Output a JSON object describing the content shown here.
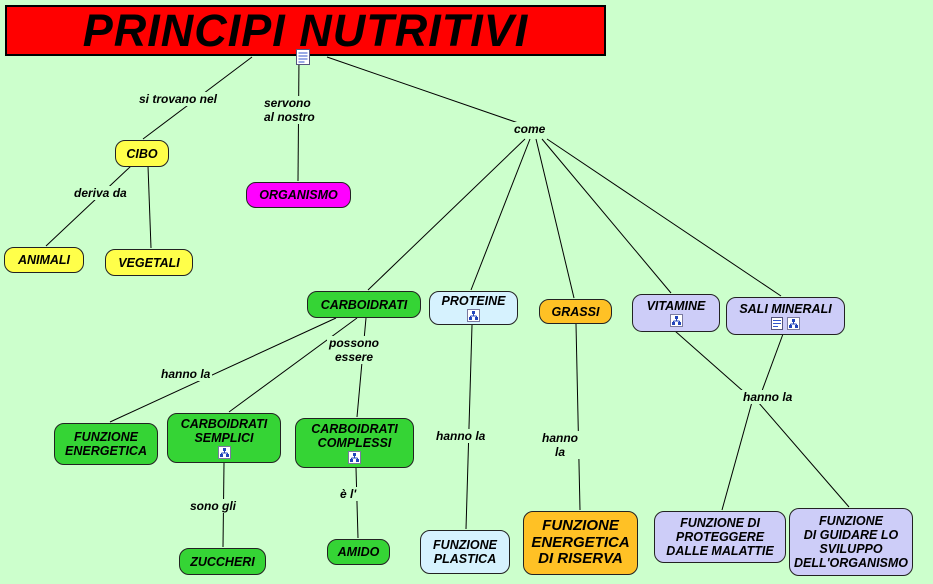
{
  "canvas": {
    "background": "#CCFFCC"
  },
  "title": {
    "label": "PRINCIPI NUTRITIVI",
    "bg": "#FF0000"
  },
  "nodes": {
    "cibo": {
      "label": "CIBO",
      "color": "#FFFF4A"
    },
    "organismo": {
      "label": "ORGANISMO",
      "color": "#FF00FF"
    },
    "animali": {
      "label": "ANIMALI",
      "color": "#FFFF4A"
    },
    "vegetali": {
      "label": "VEGETALI",
      "color": "#FFFF4A"
    },
    "carboidrati": {
      "label": "CARBOIDRATI",
      "color": "#35D435"
    },
    "proteine": {
      "label": "PROTEINE",
      "color": "#D6F2FE"
    },
    "grassi": {
      "label": "GRASSI",
      "color": "#FFC125"
    },
    "vitamine": {
      "label": "VITAMINE",
      "color": "#CDCDF8"
    },
    "sali_minerali": {
      "label": "SALI MINERALI",
      "color": "#CDCDF8"
    },
    "funzione_energetica": {
      "label": "FUNZIONE\nENERGETICA",
      "color": "#35D435"
    },
    "carboidrati_semplici": {
      "label": "CARBOIDRATI\nSEMPLICI",
      "color": "#35D435"
    },
    "carboidrati_complessi": {
      "label": "CARBOIDRATI\nCOMPLESSI",
      "color": "#35D435"
    },
    "zuccheri": {
      "label": "ZUCCHERI",
      "color": "#35D435"
    },
    "amido": {
      "label": "AMIDO",
      "color": "#35D435"
    },
    "funzione_plastica": {
      "label": "FUNZIONE\nPLASTICA",
      "color": "#D6F2FE"
    },
    "funzione_energetica_riserva": {
      "label": "FUNZIONE\nENERGETICA\nDI RISERVA",
      "color": "#FFC125"
    },
    "funzione_proteggere": {
      "label": "FUNZIONE DI\nPROTEGGERE\nDALLE MALATTIE",
      "color": "#CDCDF8"
    },
    "funzione_guidare": {
      "label": "FUNZIONE\nDI GUIDARE LO\nSVILUPPO\nDELL'ORGANISMO",
      "color": "#CDCDF8"
    }
  },
  "links": {
    "si_trovano_nel": "si trovano nel",
    "servono_al_nostro": "servono\nal nostro",
    "come": "come",
    "deriva_da": "deriva da",
    "hanno_la_carboidrati": "hanno la",
    "possono_essere": "possono\nessere",
    "sono_gli": "sono gli",
    "e_l": "è l'",
    "hanno_la_proteine": "hanno la",
    "hanno_la_grassi": "hanno\nla",
    "hanno_la_vitamine_sali": "hanno la"
  },
  "icons": {
    "document": "document-icon",
    "resource": "resource-icon"
  },
  "colors": {
    "canvas": "#CCFFCC",
    "title_bg": "#FF0000",
    "yellow": "#FFFF4A",
    "magenta": "#FF00FF",
    "green": "#35D435",
    "light_blue": "#D6F2FE",
    "orange": "#FFC125",
    "lavender": "#CDCDF8",
    "line": "#000000"
  }
}
